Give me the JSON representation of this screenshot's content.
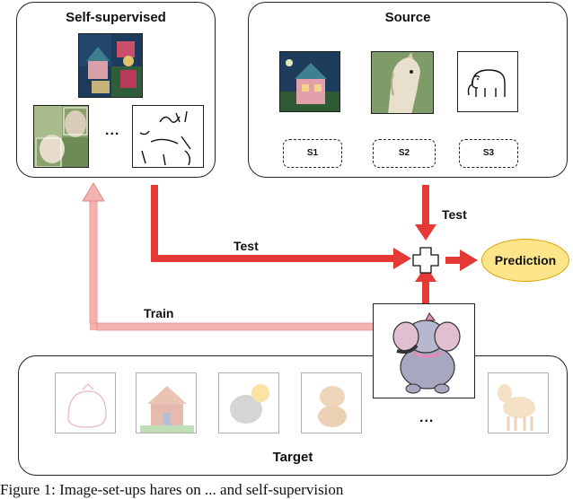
{
  "self_supervised": {
    "title": "Self-supervised",
    "ellipsis": "..."
  },
  "source": {
    "title": "Source",
    "slots": [
      "S1",
      "S2",
      "S3"
    ]
  },
  "flow": {
    "test_label_left": "Test",
    "test_label_right": "Test",
    "train_label": "Train",
    "prediction": "Prediction"
  },
  "target": {
    "title": "Target",
    "ellipsis": "..."
  },
  "caption": "Figure 1: Image-set-ups hares on ... and self-supervision",
  "colors": {
    "arrow_red": "#e53935",
    "arrow_pink": "#f4b3b0",
    "prediction_fill": "#fde68a",
    "prediction_border": "#e0a000"
  }
}
